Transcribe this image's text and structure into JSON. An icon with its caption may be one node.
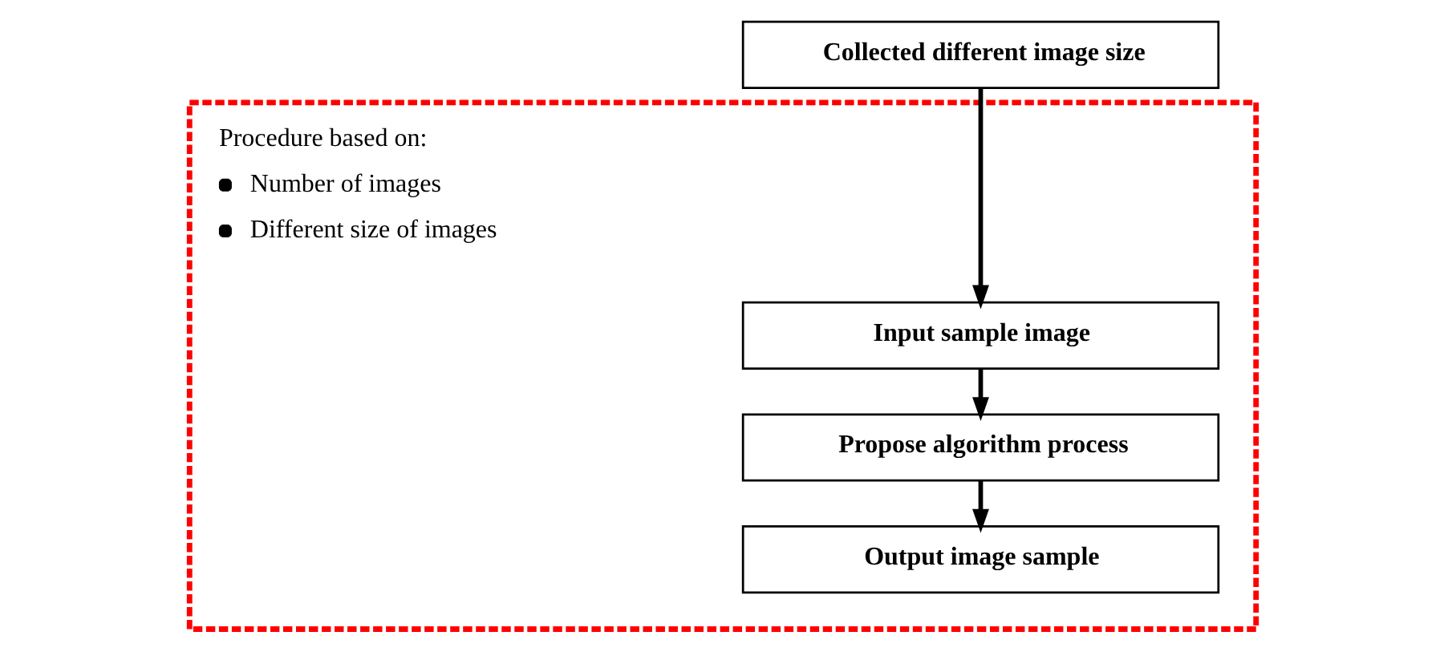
{
  "diagram": {
    "nodes": [
      {
        "text": [
          "Collected different image size"
        ]
      },
      {
        "text": [
          "Procedure based on:",
          "Number of images",
          "Different size of images"
        ]
      },
      {
        "text": [
          "Input sample image"
        ],
        "in": 1
      },
      {
        "text": [
          "Propose algorithm process"
        ],
        "in": 1
      },
      {
        "text": [
          "Output image sample"
        ],
        "in": 1
      }
    ],
    "edges": [
      {
        "from": 0,
        "to": 2,
        "arrow": "to"
      },
      {
        "from": 2,
        "to": 3,
        "arrow": "to"
      },
      {
        "from": 3,
        "to": 4,
        "arrow": "to"
      }
    ]
  }
}
